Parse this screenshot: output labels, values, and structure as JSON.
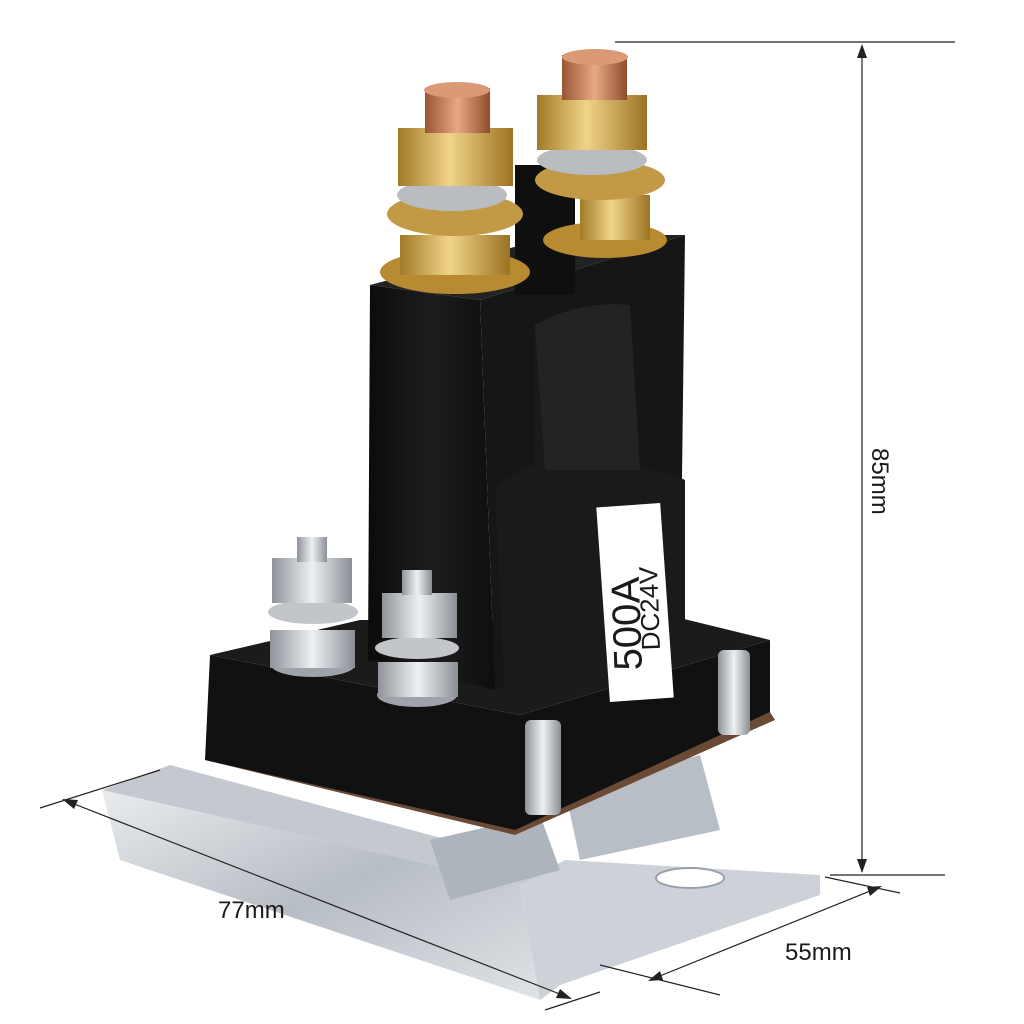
{
  "product": {
    "label_current": "500A",
    "label_voltage": "DC24V"
  },
  "dimensions": {
    "height": "85mm",
    "length": "77mm",
    "width": "55mm"
  },
  "colors": {
    "background": "#ffffff",
    "housing": "#141414",
    "copper": "#c9825a",
    "brass": "#d7b35a",
    "steel": "#c8ccd2",
    "gasket": "#6b4a35",
    "bracket": "#cfd3d8",
    "label": "#ffffff"
  }
}
